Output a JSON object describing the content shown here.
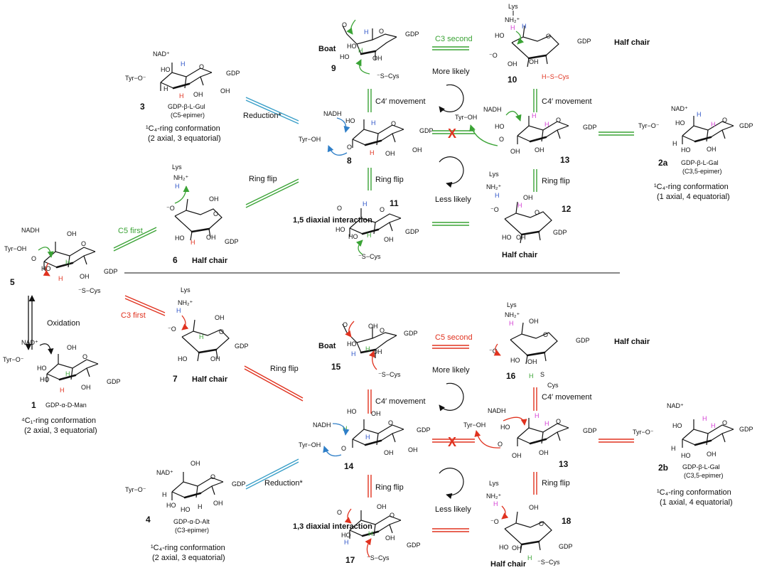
{
  "colors": {
    "green": "#3aa335",
    "red": "#e0321f",
    "blue": "#2f55c8",
    "cyan": "#3a9fc8",
    "magenta": "#d33fd3",
    "black": "#111111"
  },
  "arrow_labels": {
    "oxidation": "Oxidation",
    "c5_first": "C5 first",
    "c3_first": "C3 first",
    "reduction_top": "Reduction*",
    "reduction_bot": "Reduction*",
    "ring_flip_6_8": "Ring flip",
    "ring_flip_7_14": "Ring flip",
    "c3_second": "C3 second",
    "c5_second": "C5 second",
    "c4_movement_9": "C4′ movement",
    "c4_movement_10": "C4′ movement",
    "c4_movement_15": "C4′ movement",
    "c4_movement_16": "C4′ movement",
    "ring_flip_8_11": "Ring flip",
    "ring_flip_13_12": "Ring flip",
    "ring_flip_14_17": "Ring flip",
    "ring_flip_13_18": "Ring flip",
    "more_likely_top": "More likely",
    "less_likely_top": "Less likely",
    "more_likely_bot": "More likely",
    "less_likely_bot": "Less likely",
    "blocked": "X"
  },
  "compounds": [
    {
      "id": "c1",
      "number": "1",
      "name": "GDP-α-D-Man",
      "conformation": "⁴C₁-ring conformation",
      "axial": "(2 axial, 3 equatorial)"
    },
    {
      "id": "c2a",
      "number": "2a",
      "name": "GDP-β-L-Gal",
      "epimer": "(C3,5-epimer)",
      "conformation": "¹C₄-ring conformation",
      "axial": "(1 axial, 4 equatorial)"
    },
    {
      "id": "c2b",
      "number": "2b",
      "name": "GDP-β-L-Gal",
      "epimer": "(C3,5-epimer)",
      "conformation": "¹C₄-ring conformation",
      "axial": "(1 axial, 4 equatorial)"
    },
    {
      "id": "c3",
      "number": "3",
      "name": "GDP-β-L-Gul",
      "epimer": "(C5-epimer)",
      "conformation": "¹C₄-ring conformation",
      "axial": "(2 axial, 3 equatorial)"
    },
    {
      "id": "c4",
      "number": "4",
      "name": "GDP-α-D-Alt",
      "epimer": "(C3-epimer)",
      "conformation": "¹C₄-ring conformation",
      "axial": "(2 axial, 3 equatorial)"
    },
    {
      "id": "c5",
      "number": "5"
    },
    {
      "id": "c6",
      "number": "6",
      "shape": "Half chair"
    },
    {
      "id": "c7",
      "number": "7",
      "shape": "Half chair"
    },
    {
      "id": "c8",
      "number": "8"
    },
    {
      "id": "c9",
      "number": "9",
      "shape": "Boat"
    },
    {
      "id": "c10",
      "number": "10",
      "shape": "Half chair"
    },
    {
      "id": "c11",
      "number": "11",
      "shape": "1,5 diaxial interaction"
    },
    {
      "id": "c12",
      "number": "12",
      "shape": "Half chair"
    },
    {
      "id": "c13a",
      "number": "13"
    },
    {
      "id": "c13b",
      "number": "13"
    },
    {
      "id": "c14",
      "number": "14"
    },
    {
      "id": "c15",
      "number": "15",
      "shape": "Boat"
    },
    {
      "id": "c16",
      "number": "16",
      "shape": "Half chair"
    },
    {
      "id": "c17",
      "number": "17",
      "shape": "1,3 diaxial interaction"
    },
    {
      "id": "c18",
      "number": "18",
      "shape": "Half chair"
    }
  ],
  "atoms": {
    "nad": "NAD⁺",
    "nadh": "NADH",
    "tyr_o": "Tyr−O⁻",
    "tyr_oh": "Tyr−OH",
    "gdp": "GDP",
    "oh": "OH",
    "ho": "HO",
    "h": "H",
    "o": "O",
    "lys": "Lys",
    "nh2": "NH₂⁺",
    "s_cys": "⁻S−Cys",
    "hs_cys": "H−S−Cys",
    "cys": "Cys",
    "s": "S",
    "ominus": "⁻O"
  }
}
